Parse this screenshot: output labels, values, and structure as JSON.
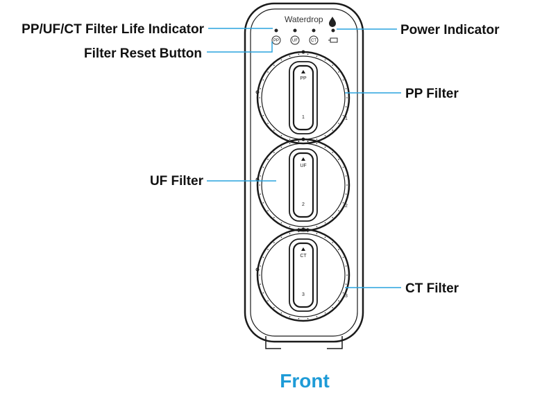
{
  "brand": "Waterdrop",
  "callouts": {
    "life_indicator": "PP/UF/CT Filter Life Indicator",
    "reset_button": "Filter Reset Button",
    "power_indicator": "Power Indicator",
    "pp_filter": "PP Filter",
    "uf_filter": "UF Filter",
    "ct_filter": "CT Filter"
  },
  "led_labels": [
    "PP",
    "UF",
    "CT"
  ],
  "filters": [
    {
      "code": "PP",
      "number": "1"
    },
    {
      "code": "UF",
      "number": "2"
    },
    {
      "code": "CT",
      "number": "3"
    }
  ],
  "caption": "Front",
  "colors": {
    "leader_line": "#29a3de",
    "caption": "#1e9bd7",
    "outline": "#1a1a1a"
  }
}
